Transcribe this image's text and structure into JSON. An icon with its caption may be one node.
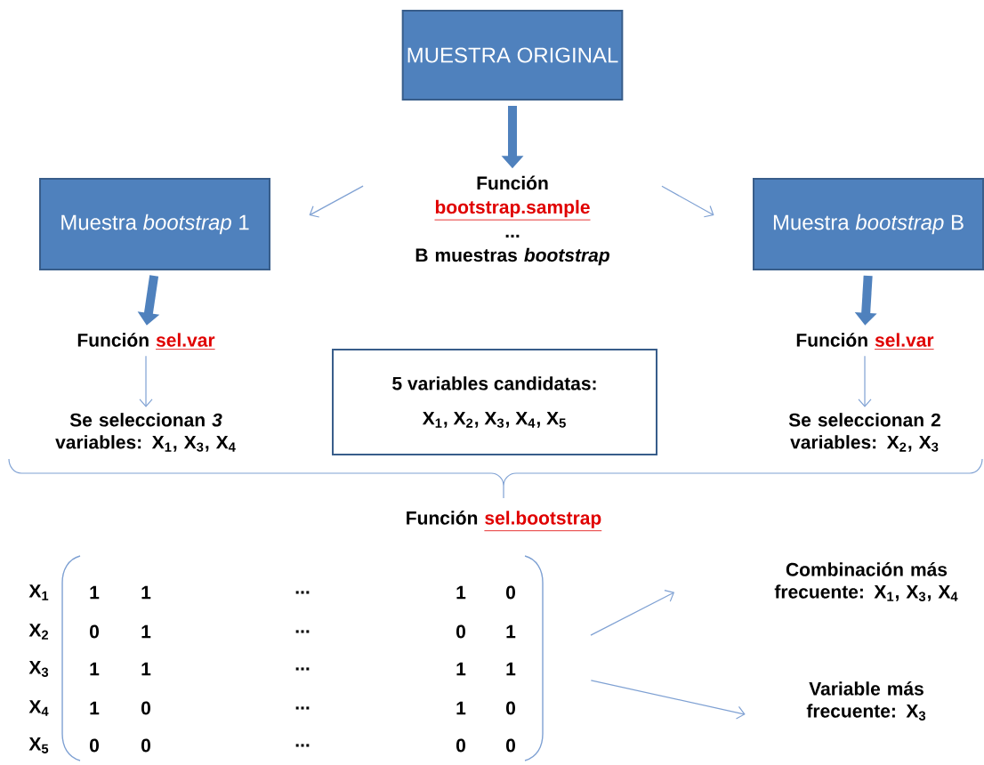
{
  "diagram": {
    "nodes": [
      {
        "text": [
          "MUESTRA ORIGINAL"
        ]
      },
      {
        "text": [
          "Función",
          "bootstrap.sample",
          "...",
          "B muestras *bootstrap*"
        ]
      },
      {
        "text": [
          "Muestra *bootstrap* 1"
        ]
      },
      {
        "text": [
          "Muestra *bootstrap* B"
        ]
      },
      {
        "text": [
          "Función",
          "sel.var"
        ]
      },
      {
        "text": [
          "Se seleccionan *3* variables: X$_{1}$, X$_{3}$, X$_{4}$"
        ]
      },
      {
        "text": [
          "5 variables candidatas:",
          "X$_{1}$, X$_{2}$, X$_{3}$, X$_{4}$, X$_{5}$"
        ]
      },
      {
        "text": [
          "Función",
          "sel.var"
        ]
      },
      {
        "text": [
          "Se seleccionan 2 variables: X$_{2}$, X$_{3}$"
        ]
      },
      {
        "text": [
          "Función",
          "sel.bootstrap"
        ]
      },
      {
        "text": [],
        "shape": "matrix"
      },
      {
        "text": [
          "Combinación más frecuente: X$_{1}$, X$_{3}$, X$_{4}$"
        ]
      },
      {
        "text": [
          "Variable más frecuente: X$_{3}$"
        ]
      }
    ],
    "edges": [
      {
        "from": 0,
        "to": 1,
        "arrow": "to",
        "style": "thick"
      },
      {
        "from": 1,
        "to": 2,
        "arrow": "to"
      },
      {
        "from": 1,
        "to": 3,
        "arrow": "to"
      },
      {
        "from": 2,
        "to": 4,
        "arrow": "to",
        "style": "thick"
      },
      {
        "from": 3,
        "to": 7,
        "arrow": "to",
        "style": "thick"
      },
      {
        "from": 4,
        "to": 5,
        "arrow": "to"
      },
      {
        "from": 7,
        "to": 8,
        "arrow": "to"
      },
      {
        "from": 10,
        "to": 11,
        "arrow": "to"
      },
      {
        "from": 10,
        "to": 12,
        "arrow": "to"
      }
    ],
    "labels": [
      "X$_{1}$",
      "1",
      "1",
      "...",
      "1",
      "0",
      "X$_{2}$",
      "0",
      "1",
      "...",
      "0",
      "1",
      "X$_{3}$",
      "1",
      "1",
      "...",
      "1",
      "1",
      "X$_{4}$",
      "1",
      "0",
      "...",
      "1",
      "0",
      "X$_{5}$",
      "0",
      "0",
      "...",
      "0",
      "0"
    ]
  }
}
